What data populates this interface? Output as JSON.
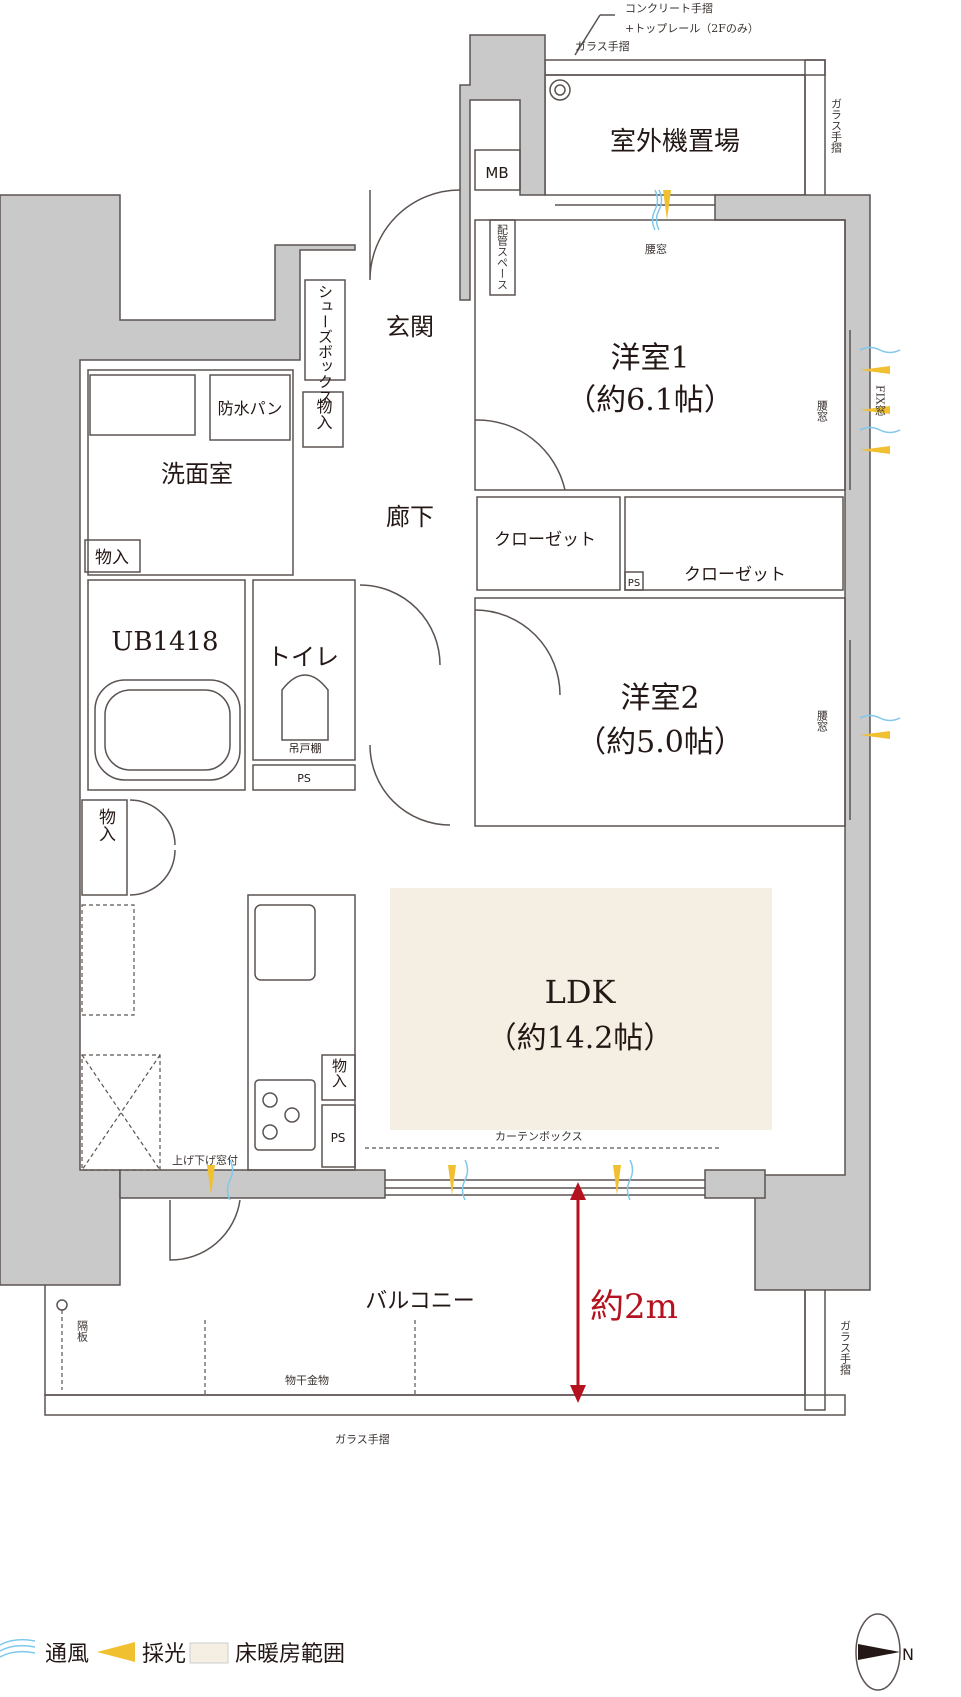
{
  "rooms": {
    "outdoor_unit": "室外機置場",
    "mb": "MB",
    "pipe_space": "配管スペース",
    "entrance": "玄関",
    "shoe_box": "シューズボックス",
    "western1_name": "洋室1",
    "western1_size": "（約6.1帖）",
    "western2_name": "洋室2",
    "western2_size": "（約5.0帖）",
    "closet_a": "クローゼット",
    "closet_b": "クローゼット",
    "ps_small": "PS",
    "waterproof_pan": "防水パン",
    "washroom": "洗面室",
    "storage_wash": "物入",
    "storage_entry": "物入",
    "storage_hall": "物入",
    "storage_kitchen": "物入",
    "ub": "UB1418",
    "toilet": "トイレ",
    "ps_toilet": "PS",
    "ps_kitchen": "PS",
    "hallway": "廊下",
    "wall_cabinet": "吊戸棚",
    "ldk_name": "LDK",
    "ldk_size": "（約14.2帖）",
    "balcony": "バルコニー"
  },
  "annotations": {
    "concrete_rail_1": "コンクリート手摺",
    "concrete_rail_2": "+トップレール（2Fのみ）",
    "glass_rail_top": "ガラス手摺",
    "glass_rail_right_top": "ガラス手摺",
    "waist_window_top": "腰窓",
    "waist_window_r1": "腰窓",
    "fix_window": "FIX窓",
    "waist_window_r2": "腰窓",
    "sash_window": "上げ下げ窓付",
    "curtain_box": "カーテンボックス",
    "partition": "隔板",
    "clothes_hanger": "物干金物",
    "glass_rail_bottom": "ガラス手摺",
    "glass_rail_right_bottom": "ガラス手摺",
    "balcony_depth": "約2m"
  },
  "legend": {
    "ventilation": "通風",
    "daylight": "採光",
    "floor_heating": "床暖房範囲",
    "north": "N"
  },
  "colors": {
    "wall": "#c9c9c9",
    "wet_area": "#e3e8ed",
    "storage": "#ddd6cc",
    "floor_heating": "#f4efe2",
    "balcony": "#ebebeb",
    "outdoor_unit": "#e9e6ee",
    "dimension_red": "#b3121e",
    "wind": "#7ec8ec",
    "light": "#f0c030"
  }
}
